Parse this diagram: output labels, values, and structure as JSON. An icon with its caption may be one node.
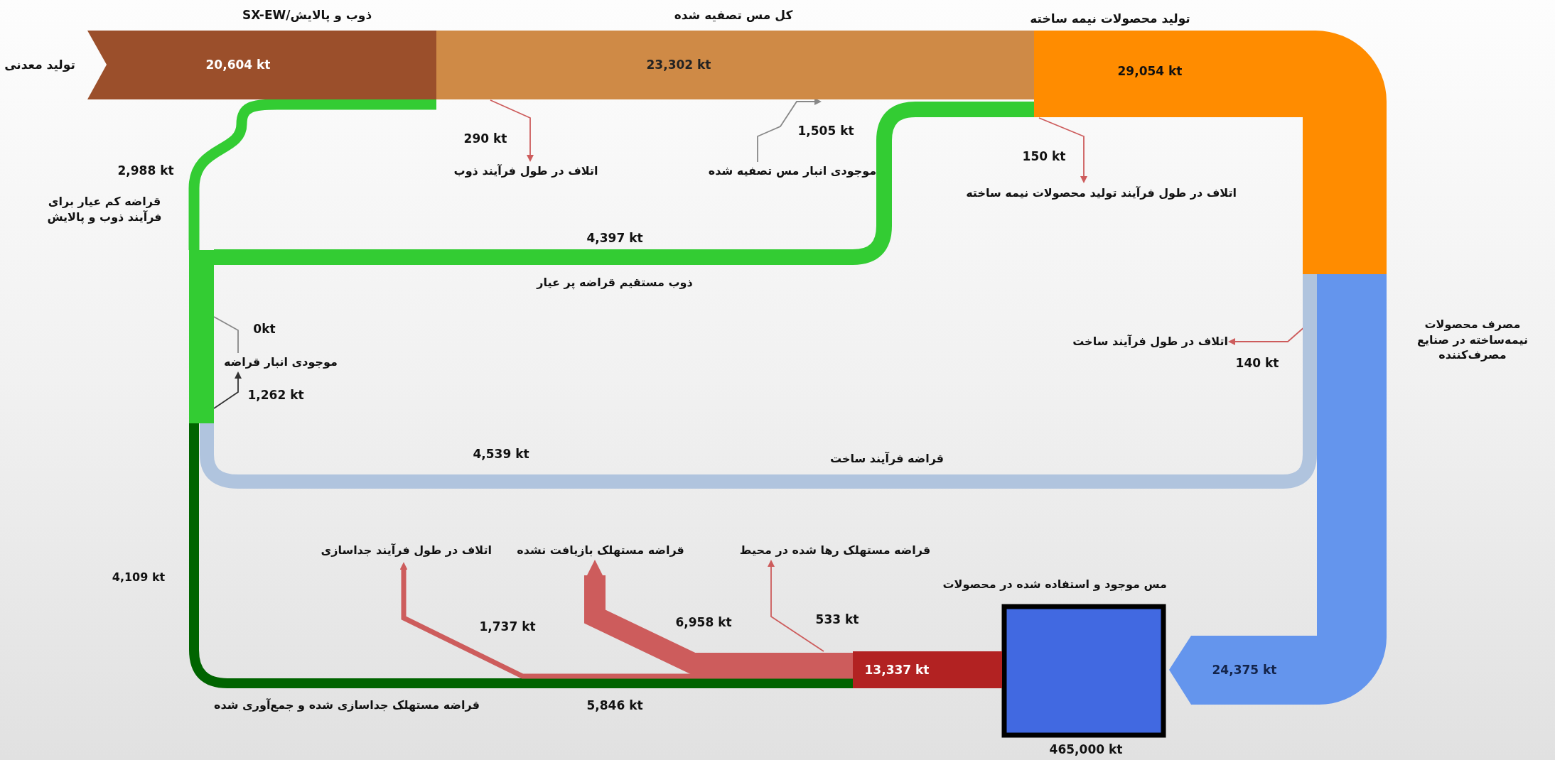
{
  "diagram": {
    "nodes": [
      {
        "text": [
          "ذوب و پالایش/SX-EW",
          "20,604 kt"
        ],
        "beside": [
          "تولید معدنی"
        ]
      },
      {
        "text": [
          "کل مس تصفیه شده",
          "23,302 kt"
        ]
      },
      {
        "text": [
          "تولید محصولات نیمه ساخته",
          "29,054 kt"
        ]
      },
      {
        "text": [
          "24,375 kt"
        ],
        "beside": [
          "مصرف محصولات نیمه‌ساخته در صنایع مصرف‌کننده"
        ]
      },
      {
        "text": [
          "مس موجود و استفاده شده در محصولات",
          "465,000 kt"
        ]
      },
      {
        "text": [
          "13,337 kt"
        ]
      },
      {
        "text": [],
        "shape": "bar"
      },
      {
        "text": [
          "اتلاف در طول فرآیند ذوب"
        ]
      },
      {
        "text": [
          "موجودی انبار مس تصفیه شده"
        ]
      },
      {
        "text": [
          "اتلاف در طول فرآیند تولید محصولات نیمه ساخته"
        ]
      },
      {
        "text": [
          "اتلاف در طول فرآیند ساخت"
        ]
      },
      {
        "text": [
          "اتلاف در طول فرآیند جداسازی"
        ]
      },
      {
        "text": [
          "قراضه مستهلک بازیافت نشده"
        ]
      },
      {
        "text": [
          "قراضه مستهلک رها شده در محیط"
        ]
      },
      {
        "text": [
          "موجودی انبار قراضه"
        ]
      }
    ],
    "edges": [
      {
        "from": 6,
        "to": 0,
        "arrow": "none",
        "label": "2,988 kt",
        "style": "thick",
        "color": "#33cc33"
      },
      {
        "from": 6,
        "to": 2,
        "arrow": "none",
        "label": "4,397 kt",
        "style": "thick",
        "color": "#33cc33"
      },
      {
        "from": 1,
        "to": 7,
        "arrow": "to",
        "label": "290 kt"
      },
      {
        "from": 8,
        "to": 1,
        "arrow": "to",
        "label": "1,505 kt",
        "color": "#888888"
      },
      {
        "from": 2,
        "to": 9,
        "arrow": "to",
        "label": "150 kt"
      },
      {
        "from": 3,
        "to": 10,
        "arrow": "to",
        "label": "140 kt"
      },
      {
        "from": 2,
        "to": 6,
        "arrow": "none",
        "label": "4,539 kt",
        "style": "thick",
        "color": "#b0c4de"
      },
      {
        "from": 5,
        "to": 6,
        "arrow": "none",
        "label": "5,846 kt",
        "style": "thick",
        "color": "#006400"
      },
      {
        "from": 5,
        "to": 11,
        "arrow": "to",
        "label": "1,737 kt",
        "style": "thick"
      },
      {
        "from": 5,
        "to": 12,
        "arrow": "to",
        "label": "6,958 kt",
        "style": "thick"
      },
      {
        "from": 5,
        "to": 13,
        "arrow": "to",
        "label": "533 kt"
      },
      {
        "from": 14,
        "to": 6,
        "arrow": "none",
        "label": "0kt",
        "color": "#888888"
      },
      {
        "from": 6,
        "to": 14,
        "arrow": "to",
        "label": "1,262 kt",
        "color": "#333333"
      }
    ],
    "labels": [
      "قراضه کم عیار برای فرآیند ذوب و پالایش",
      "ذوب مستقیم قراضه پر عیار",
      "قراضه فرآیند ساخت",
      "4,109 kt",
      "قراضه مستهلک جداسازی شده و جمع‌آوری شده"
    ]
  }
}
